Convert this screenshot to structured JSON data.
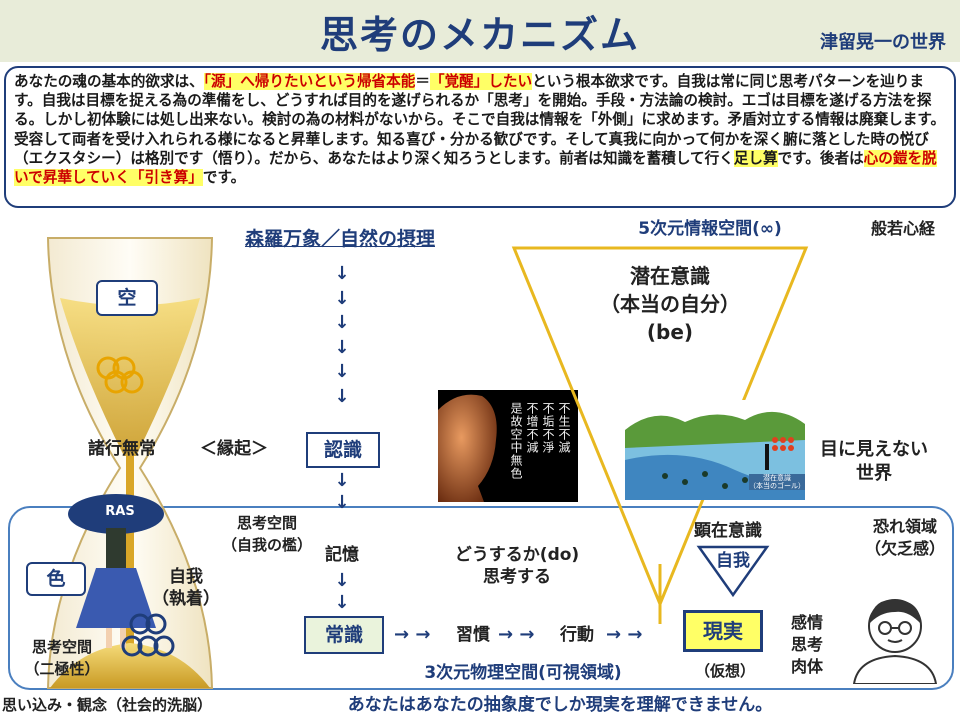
{
  "header": {
    "title": "思考のメカニズム",
    "author": "津留晃一の世界"
  },
  "intro": {
    "p1": "あなたの魂の基本的欲求は、",
    "h1": "「源」へ帰りたいという帰省本能",
    "p2": "＝",
    "h2": "「覚醒」したい",
    "p3": "という根本欲求です。自我は常に同じ思考パターンを辿ります。自我は目標を捉える為の準備をし、どうすれば目的を遂げられるか「思考」を開始。手段・方法論の検討。エゴは目標を遂げる方法を探る。しかし初体験には処し出来ない。検討の為の材料がないから。そこで自我は情報を「外側」に求めます。矛盾対立する情報は廃棄します。受容して両者を受け入れられる様になると昇華します。知る喜び・分かる歓びです。そして真我に向かって何かを深く腑に落とした時の悦び（エクスタシー）は格別です（悟り）。だから、あなたはより深く知ろうとします。前者は知識を蓄積して行く",
    "h3": "足し算",
    "p4": "です。後者は",
    "h4": "心の鎧を脱いで昇華していく「引き算」",
    "p5": "です。"
  },
  "left": {
    "ku": "空",
    "shikiku": "色",
    "shogyomujo": "諸行無常",
    "engi": "＜縁起＞",
    "ras": "RAS",
    "jiga_shuchaku": "自我\n（執着）",
    "shiko_kukan_niko": "思考空間\n（二極性）",
    "omoikomi": "思い込み・観念（社会的洗脳）"
  },
  "center": {
    "shinra": "森羅万象／自然の摂理",
    "ninshiki": "認識",
    "shiko_kukan_ori": "思考空間\n（自我の檻）",
    "kioku": "記憶",
    "joshiki": "常識",
    "do_label": "どうするか(do)\n思考する",
    "shukan": "習慣",
    "kodo": "行動",
    "dimension3": "3次元物理空間(可視領域)",
    "footer": "あなたはあなたの抽象度でしか現実を理解できません。"
  },
  "buddha": {
    "col1": "是故空中無色",
    "col2": "不增不減",
    "col3": "不垢不淨",
    "col4": "不生不滅"
  },
  "right": {
    "dimension5": "5次元情報空間(∞)",
    "hannya": "般若心経",
    "senzai": "潜在意識",
    "hontou": "（本当の自分）",
    "be": "(be)",
    "mienai": "目に見えない\n世界",
    "kenzai": "顕在意識",
    "jiga": "自我",
    "genjitsu": "現実",
    "kaso": "（仮想）",
    "osore": "恐れ領域\n（欠乏感）",
    "kanjo": "感情",
    "shiko": "思考",
    "nikutai": "肉体",
    "land_caption": "潜在意識\n（本当のゴール）"
  },
  "colors": {
    "navy": "#1f3d7a",
    "highlight": "#ffff66",
    "red": "#cc0000",
    "gold": "#e8b820"
  }
}
